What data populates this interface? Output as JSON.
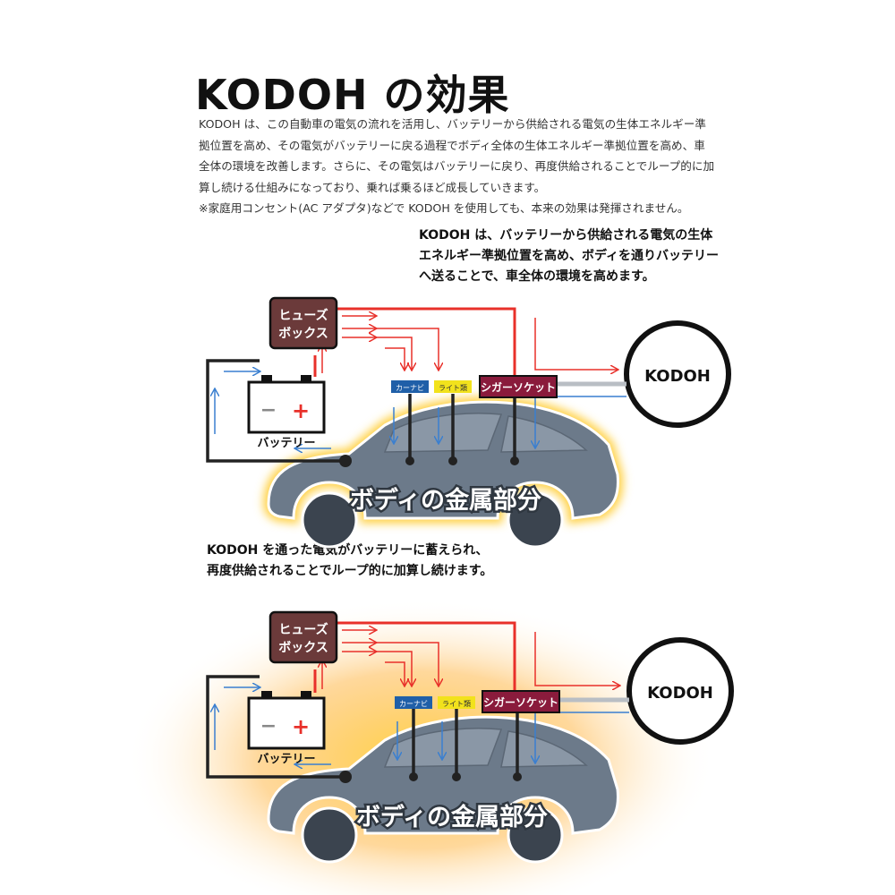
{
  "title": "KODOH の効果",
  "intro_lines": [
    "KODOH は、この自動車の電気の流れを活用し、バッテリーから供給される電気の生体エネルギー準",
    "拠位置を高め、その電気がバッテリーに戻る過程でボディ全体の生体エネルギー準拠位置を高め、車",
    "全体の環境を改善します。さらに、その電気はバッテリーに戻り、再度供給されることでループ的に加",
    "算し続ける仕組みになっており、乗れば乗るほど成長していきます。",
    "※家庭用コンセント(AC アダプタ)などで KODOH を使用しても、本来の効果は発揮されません。"
  ],
  "callout1_lines": [
    "KODOH は、バッテリーから供給される電気の生体",
    "エネルギー準拠位置を高め、ボディを通りバッテリー",
    "へ送ることで、車全体の環境を高めます。"
  ],
  "callout2_lines": [
    "KODOH を通った電気がバッテリーに蓄えられ、",
    "再度供給されることでループ的に加算し続けます。"
  ],
  "diagram_labels": {
    "fuse_box_line1": "ヒューズ",
    "fuse_box_line2": "ボックス",
    "battery": "バッテリー",
    "minus": "−",
    "plus": "+",
    "navi": "カーナビ",
    "light": "ライト類",
    "cigar_socket": "シガーソケット",
    "kodoh": "KODOH",
    "body_metal": "ボディの金属部分"
  },
  "colors": {
    "red_wire": "#e8302a",
    "blue_arrow": "#3a7fd0",
    "fuse_box": "#6b3a3a",
    "cigar_box": "#8a1b3c",
    "navi_tag": "#1f5fa8",
    "light_tag": "#f2e21c",
    "car_body": "#6c7a8a",
    "glow": "#ffd24a"
  }
}
